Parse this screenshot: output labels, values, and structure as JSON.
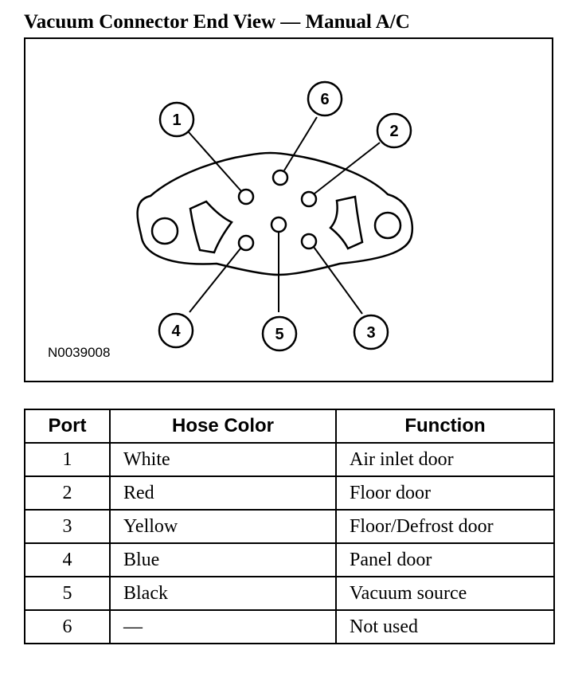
{
  "title": "Vacuum Connector End View — Manual A/C",
  "figure": {
    "figure_id": "N0039008",
    "callouts": [
      "1",
      "2",
      "3",
      "4",
      "5",
      "6"
    ]
  },
  "table": {
    "headers": [
      "Port",
      "Hose Color",
      "Function"
    ],
    "rows": [
      {
        "port": "1",
        "hose_color": "White",
        "function": "Air inlet door"
      },
      {
        "port": "2",
        "hose_color": "Red",
        "function": "Floor door"
      },
      {
        "port": "3",
        "hose_color": "Yellow",
        "function": "Floor/Defrost door"
      },
      {
        "port": "4",
        "hose_color": "Blue",
        "function": "Panel door"
      },
      {
        "port": "5",
        "hose_color": "Black",
        "function": "Vacuum source"
      },
      {
        "port": "6",
        "hose_color": "—",
        "function": "Not used"
      }
    ]
  }
}
